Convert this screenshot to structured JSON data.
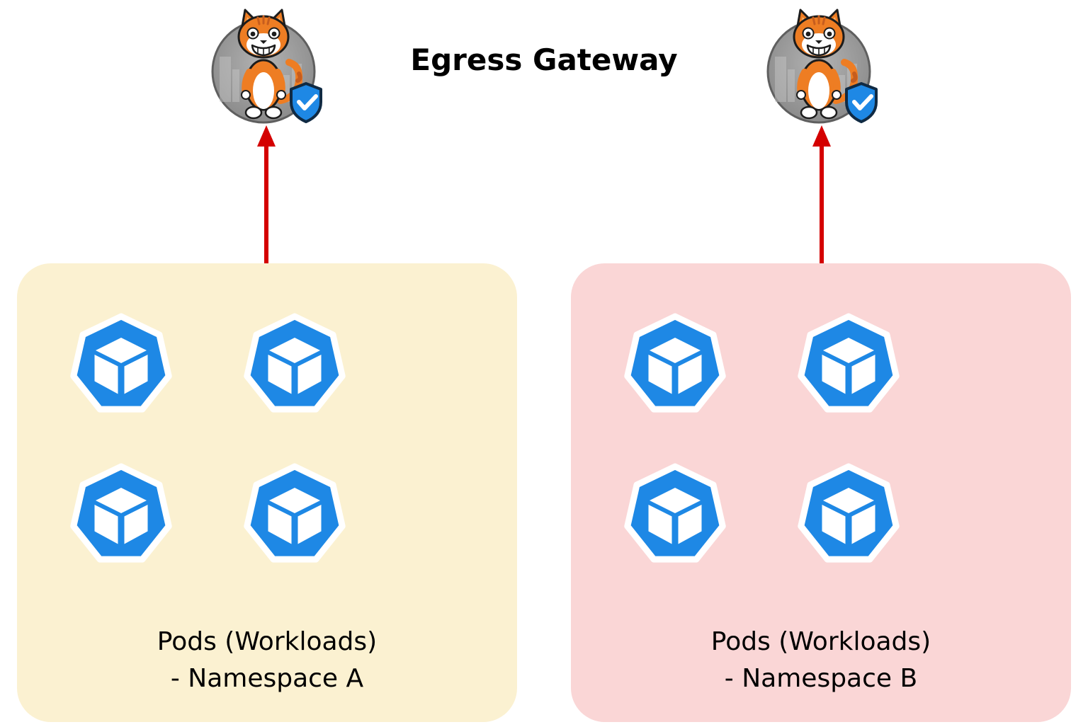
{
  "diagram": {
    "title": "Egress Gateway",
    "namespaces": [
      {
        "id": "namespace-a",
        "label_line1": "Pods (Workloads)",
        "label_line2": "- Namespace A",
        "pod_count": 4,
        "background": "#FBF1D1"
      },
      {
        "id": "namespace-b",
        "label_line1": "Pods (Workloads)",
        "label_line2": "- Namespace B",
        "pod_count": 4,
        "background": "#FAD6D6"
      }
    ],
    "icons": {
      "gateway": "calico-cat-gateway-icon",
      "gateway_badge": "verified-shield-icon",
      "pod": "kubernetes-pod-icon"
    },
    "colors": {
      "arrow_red": "#D40000",
      "pod_blue": "#1E88E5",
      "cat_orange": "#EE7D23",
      "circle_gray": "#8F8F8F",
      "shield_blue": "#1E88E5",
      "title_text": "#000000",
      "namespace_a_bg": "#FBF1D1",
      "namespace_b_bg": "#FAD6D6"
    }
  }
}
